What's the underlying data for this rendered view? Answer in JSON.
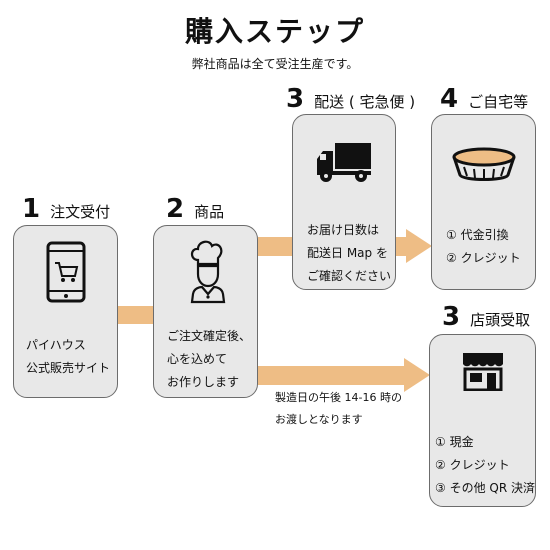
{
  "header": {
    "title": "購入ステップ",
    "subtitle": "弊社商品は全て受注生産です。"
  },
  "steps": {
    "order": {
      "number": "1",
      "label": "注文受付",
      "lines": [
        "パイハウス",
        "公式販売サイト"
      ]
    },
    "product": {
      "number": "2",
      "label": "商品",
      "lines": [
        "ご注文確定後、",
        "心を込めて",
        "お作りします"
      ]
    },
    "delivery": {
      "number": "3",
      "label": "配送 ( 宅急便 )",
      "lines": [
        "お届け日数は",
        "配送日 Map を",
        "ご確認ください"
      ]
    },
    "home": {
      "number": "4",
      "label": "ご自宅等",
      "lines": [
        "① 代金引換",
        "② クレジット"
      ]
    },
    "store": {
      "number": "3",
      "label": "店頭受取",
      "lines": [
        "① 現金",
        "② クレジット",
        "③ その他 QR 決済"
      ]
    }
  },
  "pickup_note": [
    "製造日の午後 14-16 時の",
    "お渡しとなります"
  ],
  "colors": {
    "accent": "#eebd85",
    "card": "#e8e8e8",
    "border": "#6c6c6c"
  },
  "icons": {
    "order": "smartphone-cart-icon",
    "product": "chef-icon",
    "delivery": "truck-icon",
    "home": "pie-icon",
    "store": "storefront-icon"
  }
}
